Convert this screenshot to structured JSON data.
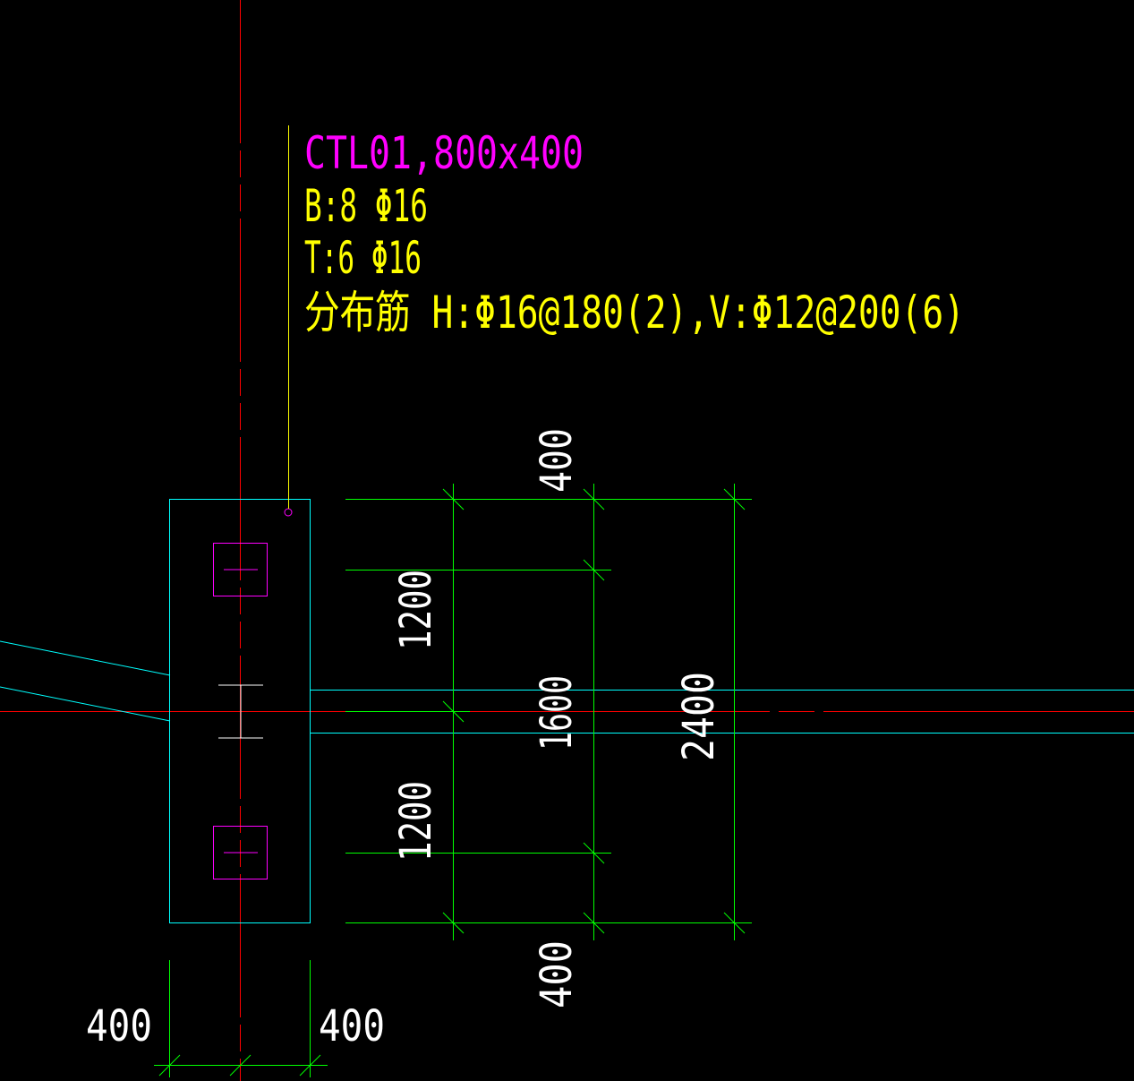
{
  "colors": {
    "background": "#000000",
    "axis": "#ff0000",
    "outline": "#00ffff",
    "dimension": "#00ff00",
    "pile": "#ff00ff",
    "rebar_text": "#ffff00",
    "tag_text": "#ff00ff",
    "dim_text": "#ffffff"
  },
  "annotation": {
    "tag": "CTL01,800x400",
    "bottom_bar": "B:8 Φ16",
    "top_bar": "T:6 Φ16",
    "distribution_bar": "分布筋  H:Φ16@180(2),V:Φ12@200(6)"
  },
  "dimensions": {
    "top_edge": "400",
    "upper_span": "1200",
    "pile_spacing": "1600",
    "total_length": "2400",
    "lower_span": "1200",
    "bottom_edge": "400",
    "left_half": "400",
    "right_half": "400"
  }
}
